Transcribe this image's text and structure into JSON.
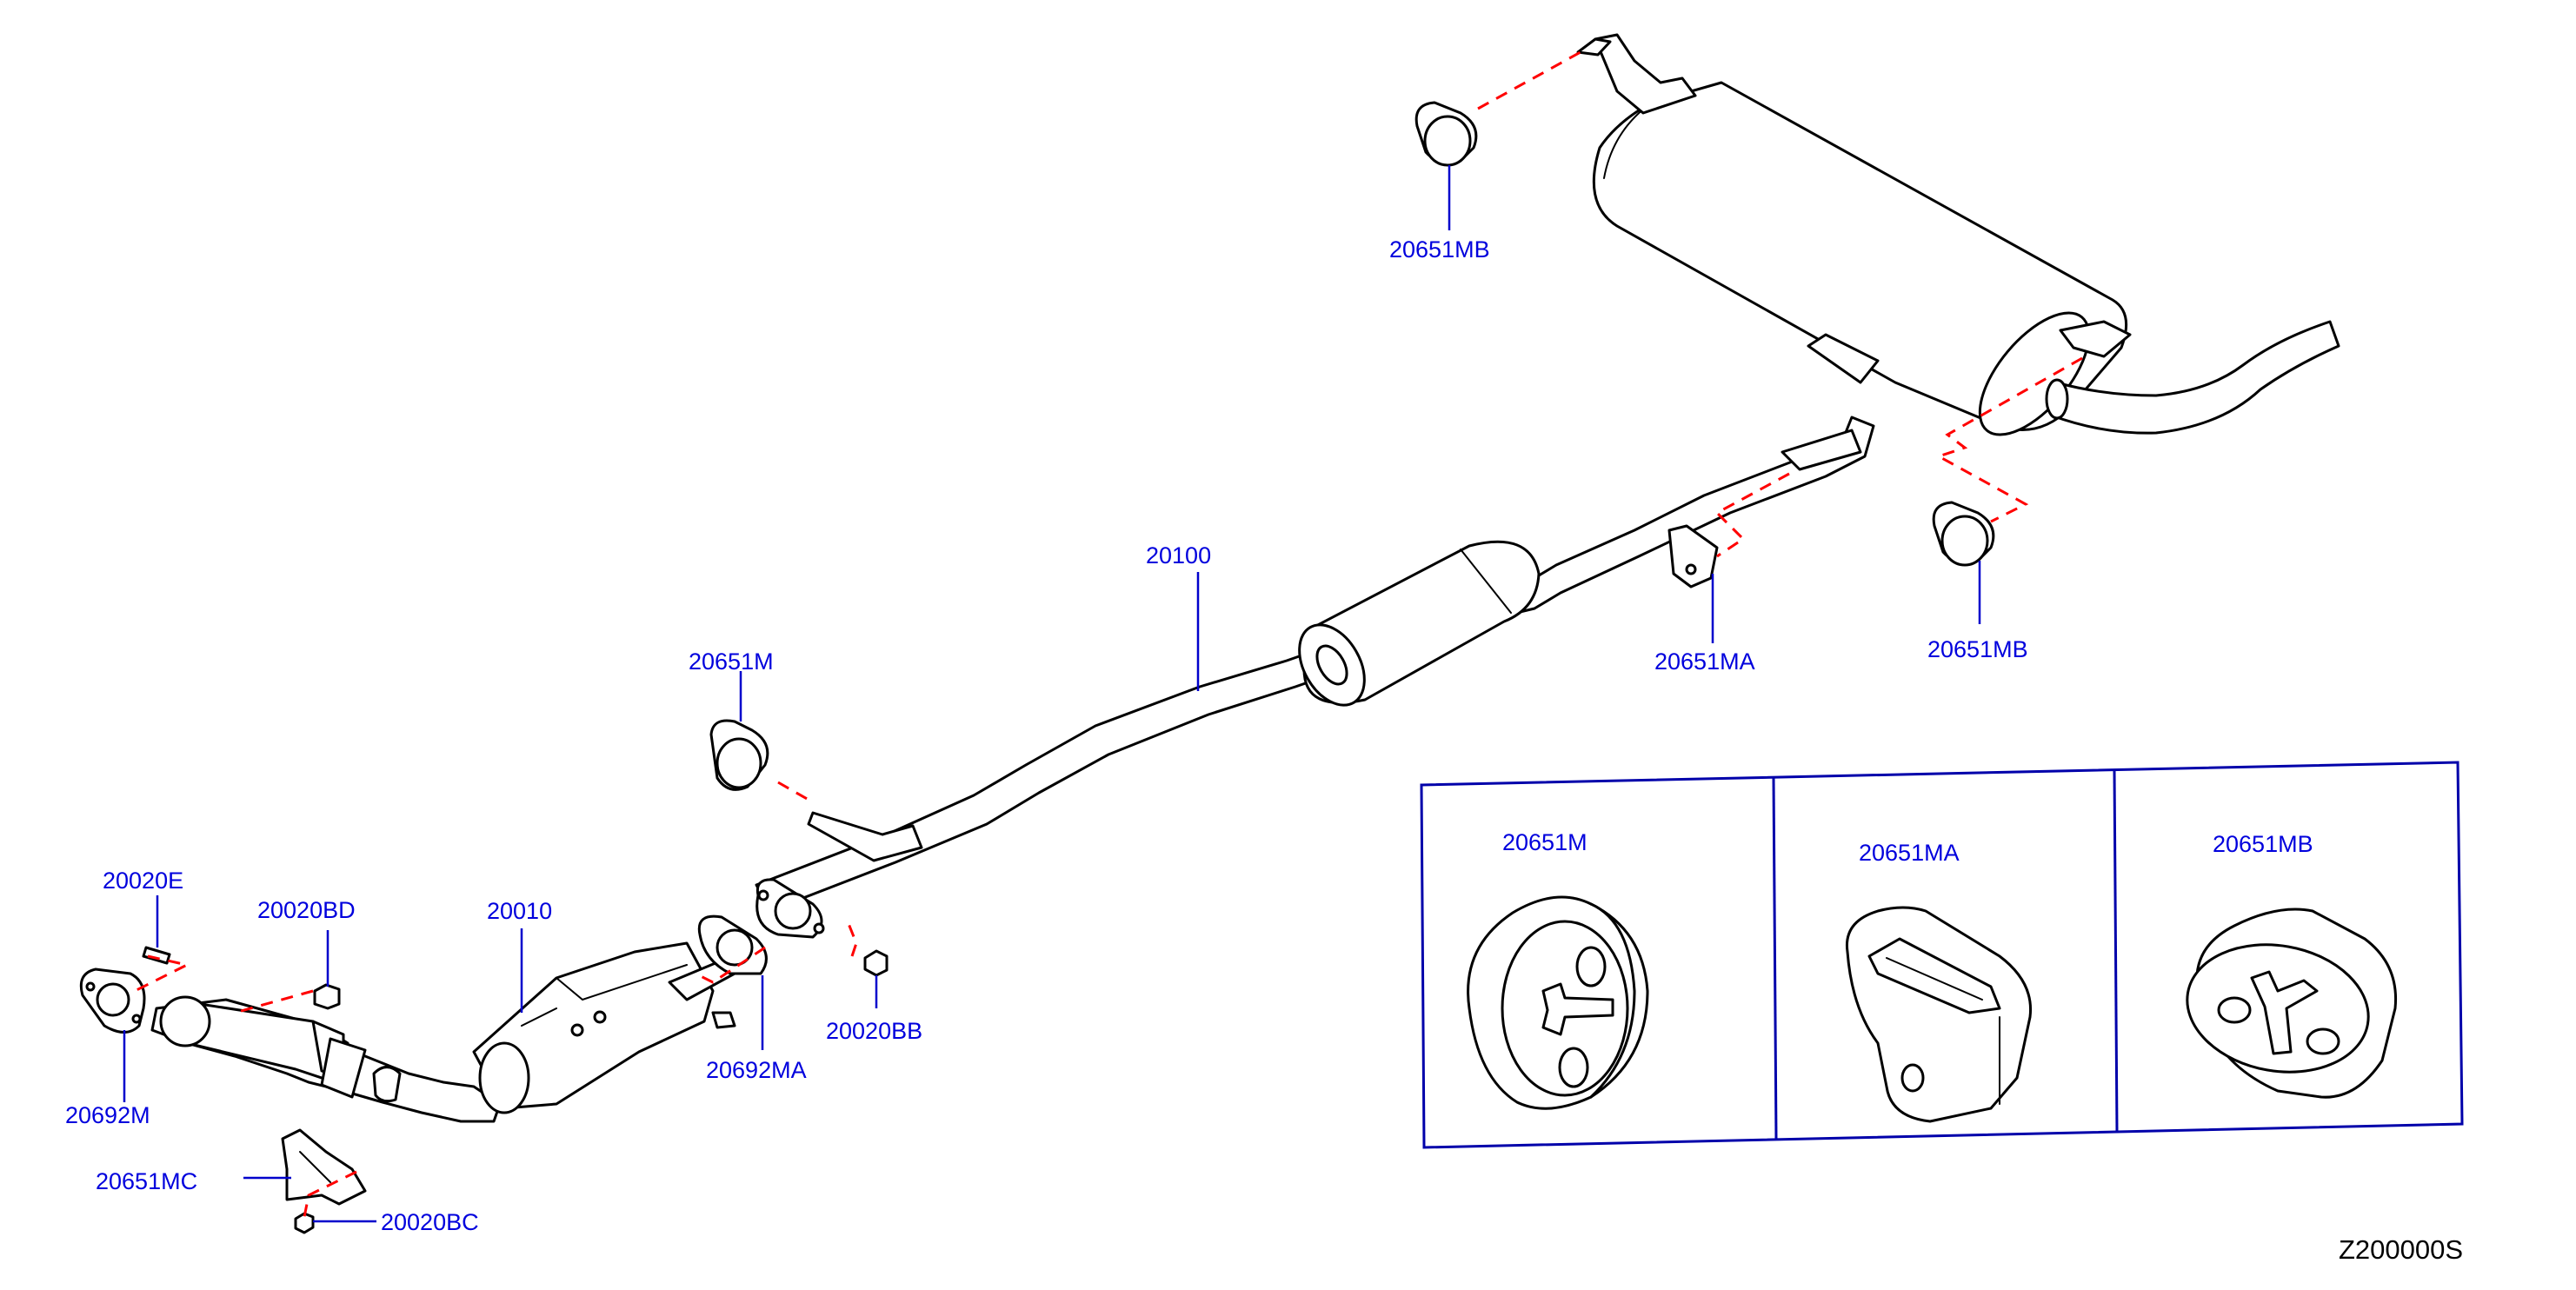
{
  "diagram": {
    "code": "Z200000S",
    "labels": {
      "p20100": "20100",
      "p20651MB_top": "20651MB",
      "p20651M": "20651M",
      "p20651MA": "20651MA",
      "p20651MB_right": "20651MB",
      "p20020E": "20020E",
      "p20020BD": "20020BD",
      "p20010": "20010",
      "p20692M": "20692M",
      "p20692MA": "20692MA",
      "p20020BB": "20020BB",
      "p20651MC": "20651MC",
      "p20020BC": "20020BC"
    },
    "detail_panel": {
      "titles": [
        "20651M",
        "20651MA",
        "20651MB"
      ]
    },
    "colors": {
      "label": "#0000dd",
      "leader": "#0000cc",
      "dashed_link": "#ff0000",
      "outline": "#000000",
      "panel_frame": "#0000aa"
    }
  }
}
